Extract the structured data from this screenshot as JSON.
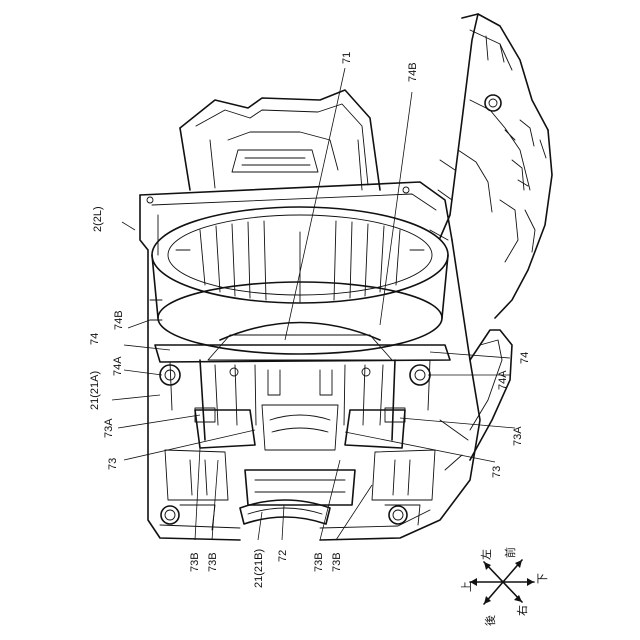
{
  "figure": {
    "labels": {
      "ref_2": "2(2L)",
      "ref_71": "71",
      "ref_74B_top": "74B",
      "ref_74B_left": "74B",
      "ref_74_left": "74",
      "ref_74A_left": "74A",
      "ref_21A": "21(21A)",
      "ref_73A_left": "73A",
      "ref_73_left": "73",
      "ref_74_right": "74",
      "ref_74A_right": "74A",
      "ref_73A_right": "73A",
      "ref_73_right": "73",
      "ref_73B_1": "73B",
      "ref_73B_2": "73B",
      "ref_21B": "21(21B)",
      "ref_72": "72",
      "ref_73B_3": "73B",
      "ref_73B_4": "73B"
    },
    "compass": {
      "up": "上",
      "down": "下",
      "left": "左",
      "right": "右",
      "front": "前",
      "rear": "後"
    }
  }
}
